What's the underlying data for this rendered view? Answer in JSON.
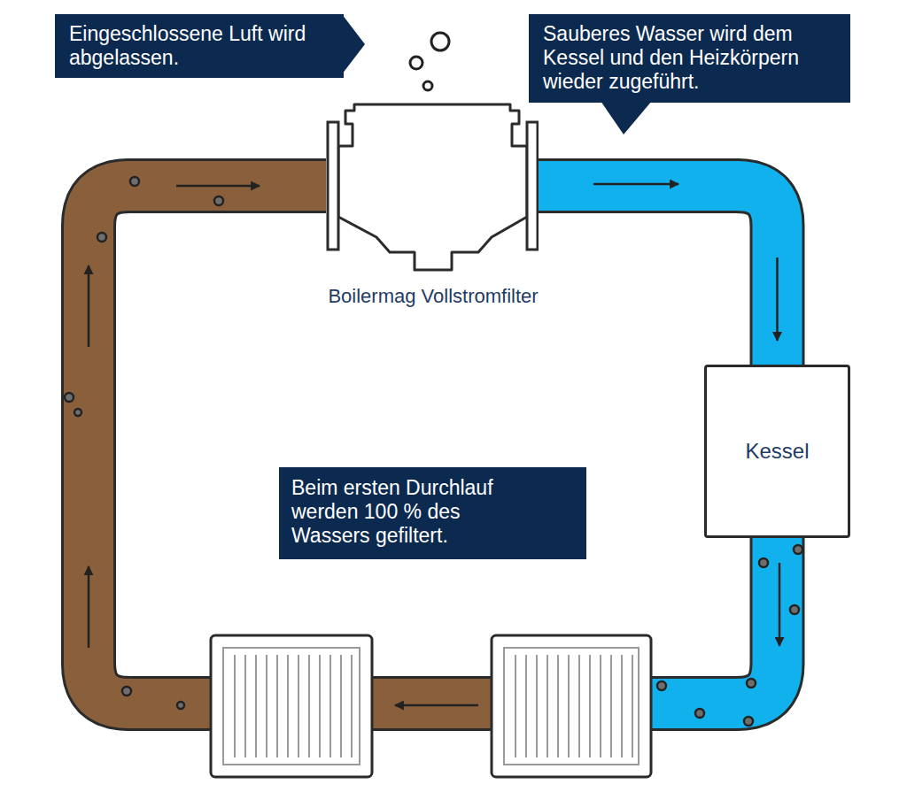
{
  "diagram": {
    "nodes": [
      {
        "text": [
          "Eingeschlossene Luft wird abgelassen."
        ]
      },
      {
        "text": [
          "Sauberes Wasser wird dem Kessel und den Heizkörpern wieder zugeführt."
        ]
      },
      {
        "text": [
          "Boilermag Vollstromfilter"
        ]
      },
      {
        "text": [
          "Kessel"
        ]
      },
      {
        "text": [
          "Beim ersten Durchlauf werden 100 % des Wassers gefiltert."
        ]
      }
    ],
    "edges": [
      {
        "from": 2,
        "to": 3,
        "arrow": "to"
      },
      {
        "from": 3,
        "to": 2,
        "arrow": "to"
      }
    ]
  }
}
